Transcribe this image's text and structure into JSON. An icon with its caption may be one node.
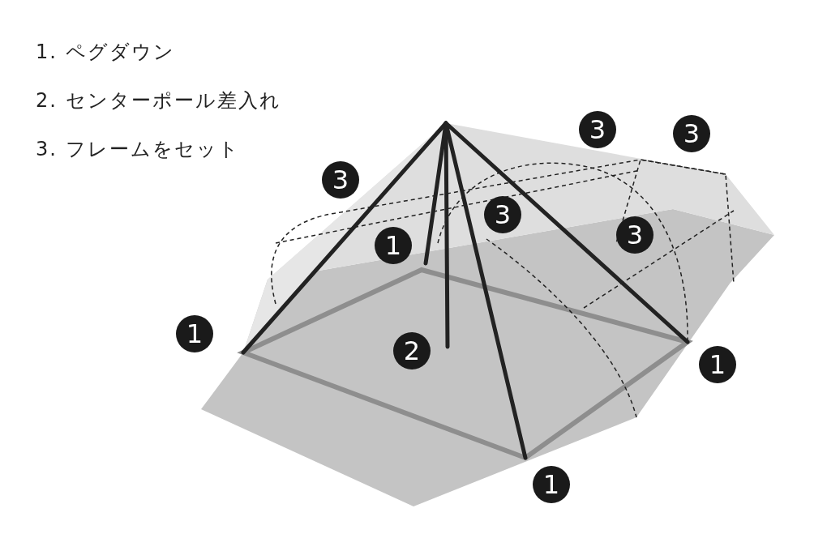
{
  "diagram": {
    "labels": [
      "1. ペグダウン",
      "2. センターポール差入れ",
      "3. フレームをセット",
      "3",
      "3",
      "3",
      "3",
      "3",
      "1",
      "1",
      "2",
      "1",
      "1"
    ]
  }
}
